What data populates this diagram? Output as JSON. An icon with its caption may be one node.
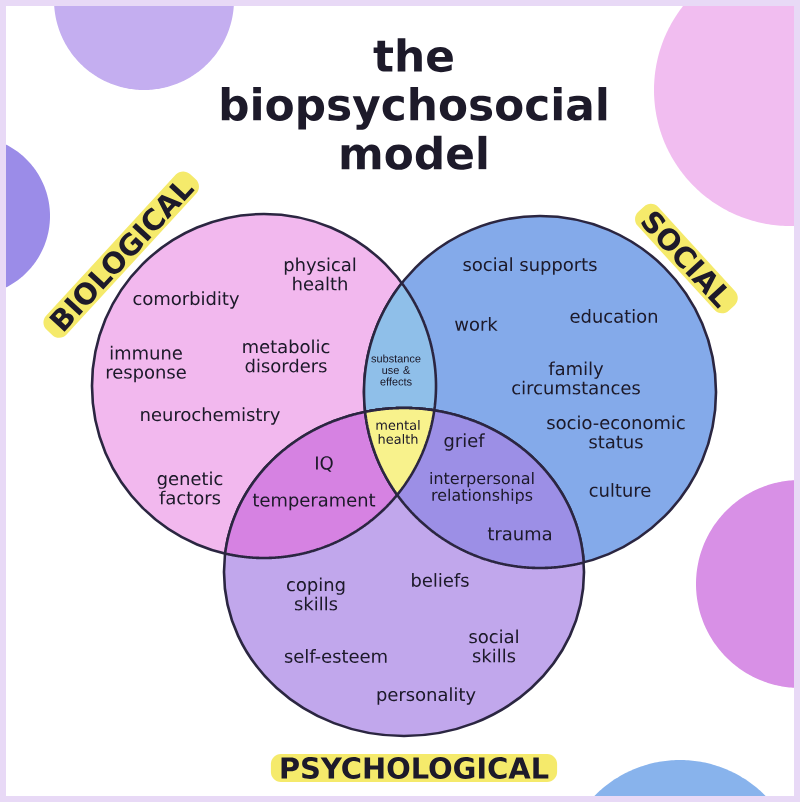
{
  "diagram": {
    "title": "the biopsychosocial model",
    "nodes": [
      {
        "text": [
          "BIOLOGICAL",
          "comorbidity",
          "physical health",
          "immune response",
          "metabolic disorders",
          "neurochemistry",
          "genetic factors"
        ]
      },
      {
        "text": [
          "SOCIAL",
          "social supports",
          "work",
          "education",
          "family circumstances",
          "socio-economic status",
          "culture"
        ]
      },
      {
        "text": [
          "substance use & effects"
        ]
      },
      {
        "text": [
          "mental health"
        ]
      },
      {
        "text": [
          "IQ",
          "temperament"
        ]
      },
      {
        "text": [
          "grief",
          "interpersonal relationships",
          "trauma"
        ]
      },
      {
        "text": [
          "coping skills",
          "beliefs",
          "self-esteem",
          "social skills",
          "personality",
          "PSYCHOLOGICAL"
        ]
      }
    ]
  }
}
